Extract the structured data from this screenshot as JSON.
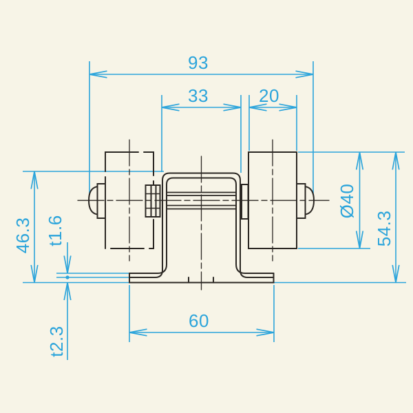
{
  "drawing": {
    "type": "technical-dimension-drawing",
    "colors": {
      "background": "#f7f4e7",
      "outline": "#2b2723",
      "dimension": "#2ba4db"
    },
    "dimensions": {
      "overall_width": "93",
      "bracket_width": "33",
      "roller_width": "20",
      "roller_diameter": "Ø40",
      "overall_height": "54.3",
      "frame_height": "46.3",
      "frame_thickness": "t1.6",
      "base_plate_thickness": "t2.3",
      "base_width": "60"
    }
  }
}
